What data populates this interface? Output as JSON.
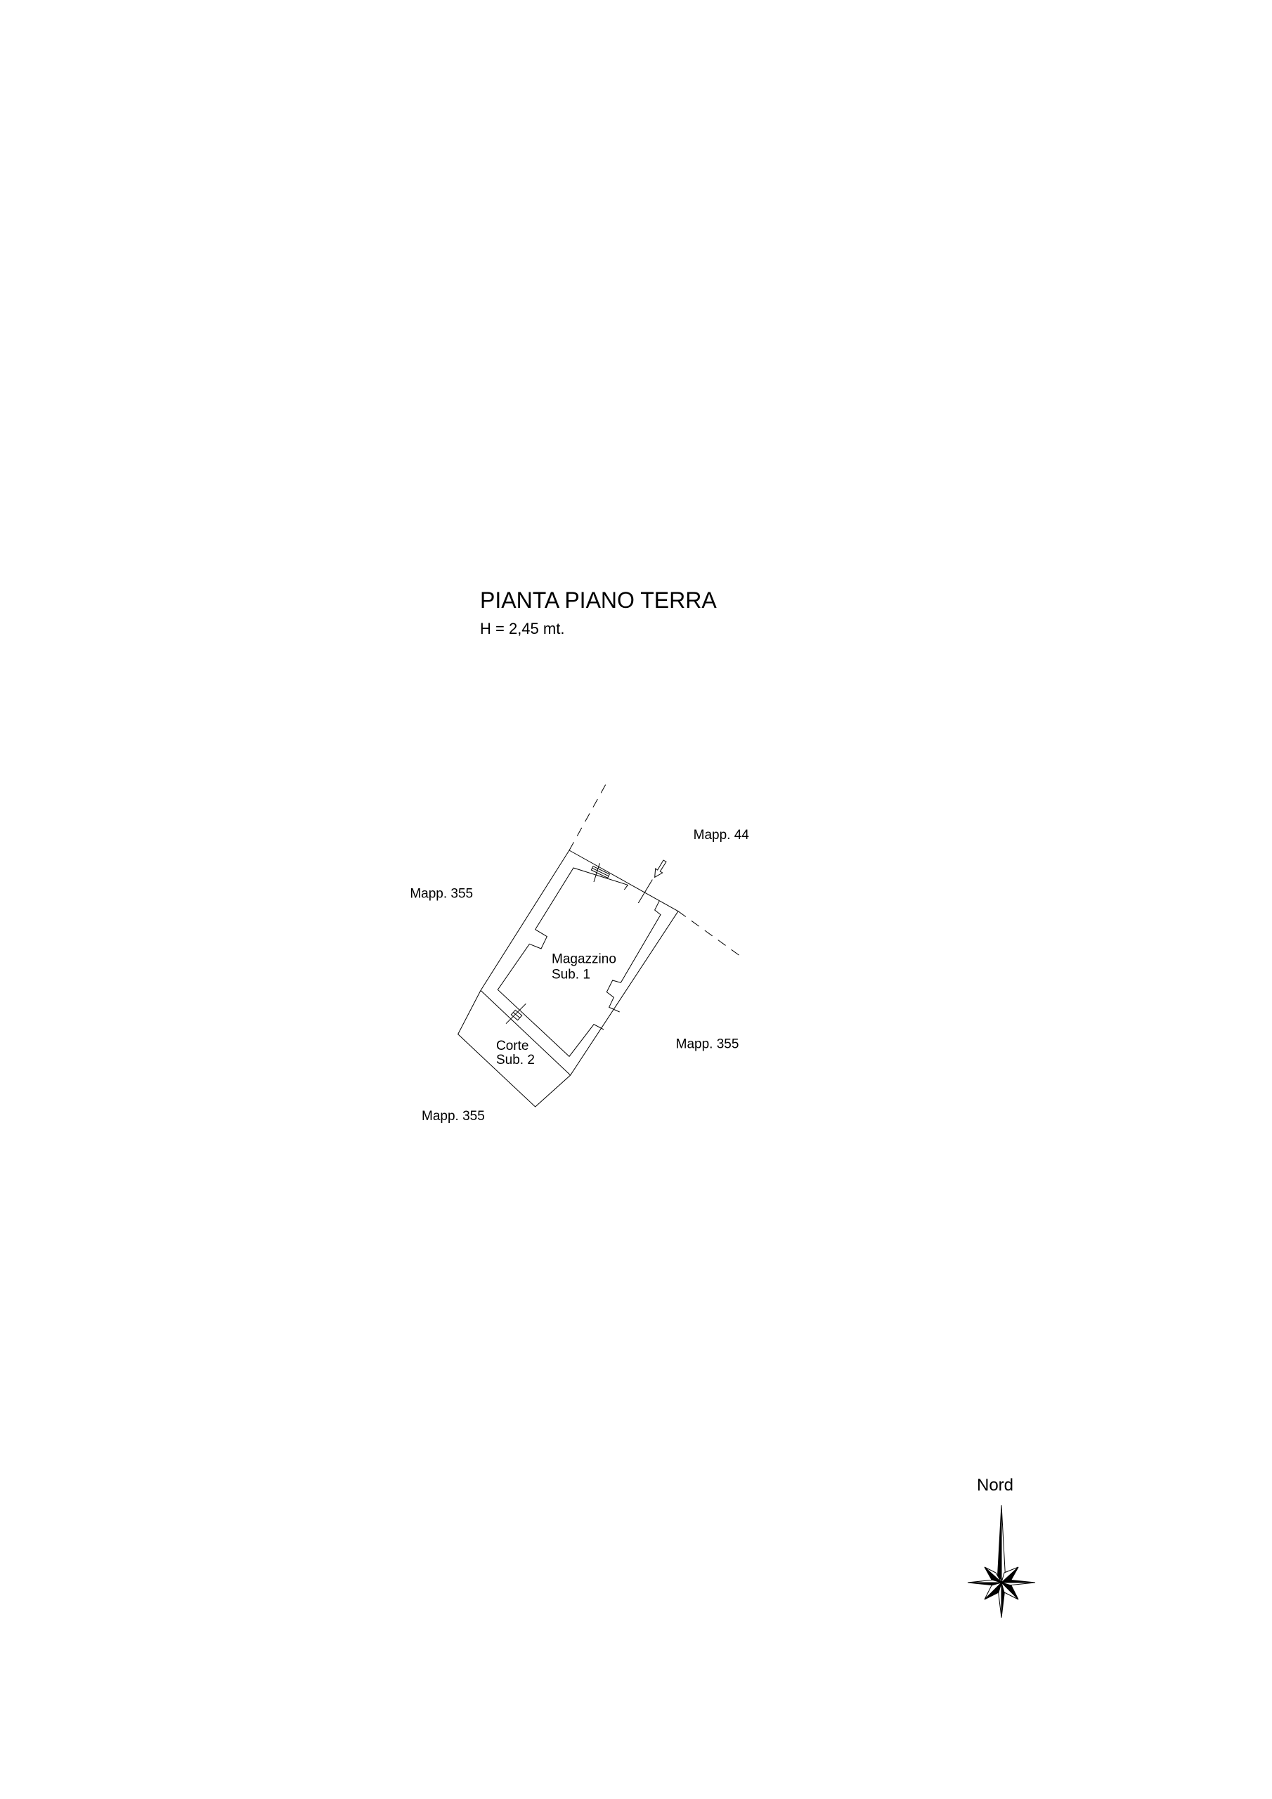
{
  "drawing": {
    "title": "PIANTA PIANO TERRA",
    "height_note": "H = 2,45 mt."
  },
  "plan": {
    "rooms": [
      {
        "name": "Magazzino",
        "sub": "Sub. 1"
      },
      {
        "name": "Corte",
        "sub": "Sub. 2"
      }
    ],
    "neighbors": {
      "north_east": "Mapp. 44",
      "west": "Mapp. 355",
      "east": "Mapp. 355",
      "south": "Mapp. 355"
    }
  },
  "compass": {
    "label": "Nord"
  }
}
